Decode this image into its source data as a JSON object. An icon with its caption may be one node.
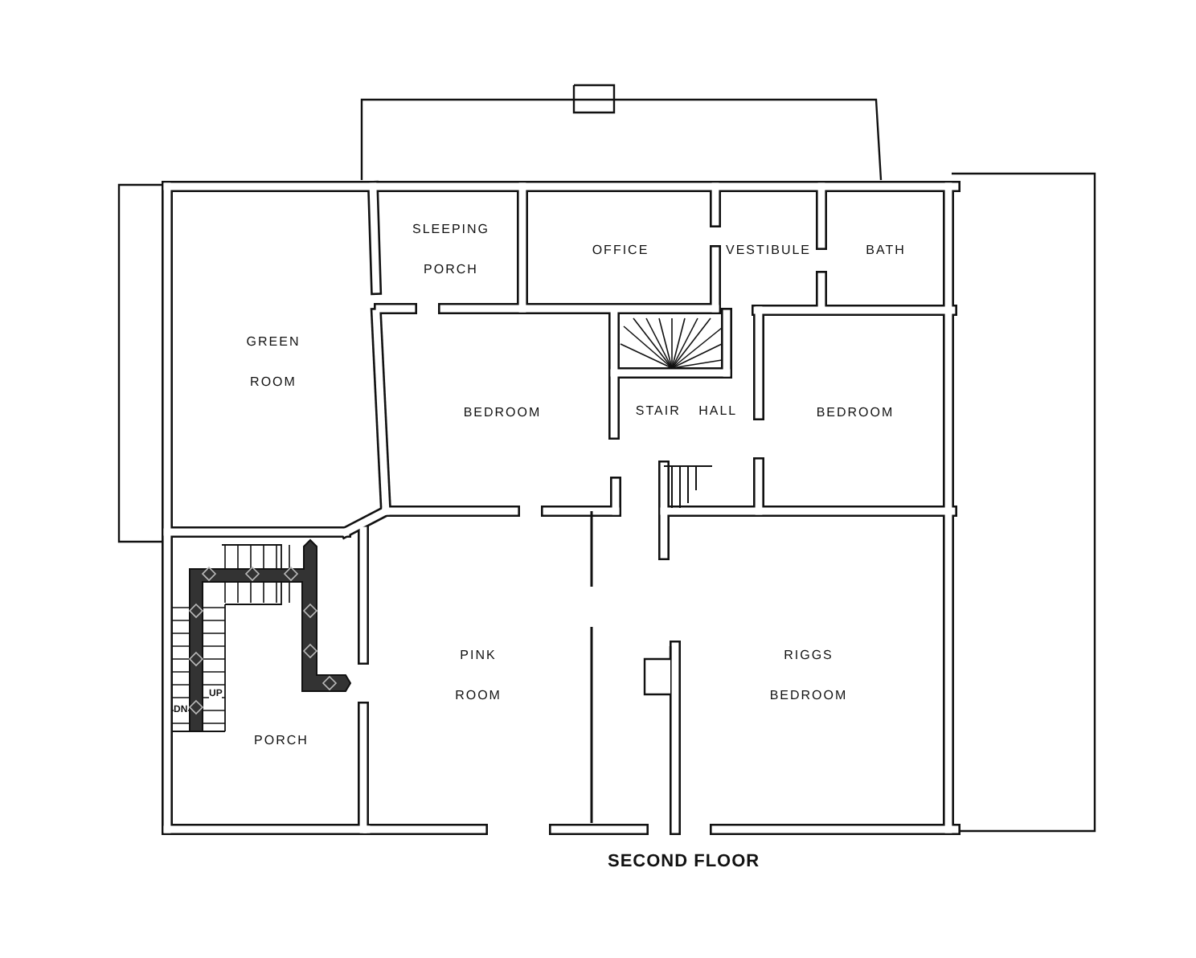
{
  "diagram": {
    "title": "SECOND FLOOR",
    "nodes": [
      {
        "text": [
          "SLEEPING PORCH"
        ]
      },
      {
        "text": [
          "OFFICE"
        ]
      },
      {
        "text": [
          "VESTIBULE"
        ]
      },
      {
        "text": [
          "BATH"
        ]
      },
      {
        "text": [
          "GREEN ROOM"
        ]
      },
      {
        "text": [
          "BEDROOM"
        ]
      },
      {
        "text": [
          "STAIR HALL"
        ]
      },
      {
        "text": [
          "BEDROOM"
        ]
      },
      {
        "text": [
          "PINK ROOM"
        ]
      },
      {
        "text": [
          "RIGGS BEDROOM"
        ]
      },
      {
        "text": [
          "PORCH"
        ]
      }
    ],
    "labels": [
      "DN",
      "UP"
    ]
  }
}
